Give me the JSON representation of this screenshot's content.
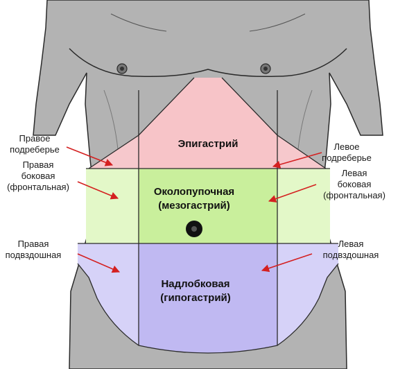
{
  "colors": {
    "body_fill": "#b3b3b3",
    "body_outline": "#2a2a2a",
    "epigastric": "#f7c4c8",
    "hypochondria": "#f6c8cc",
    "umbilical": "#c9ef9c",
    "lateral": "#e3f8c8",
    "hypogastric": "#c0b9f2",
    "iliac": "#d6d2f8",
    "arrow": "#d42020",
    "umbilicus": "#111111"
  },
  "regions": {
    "epigastric": "Эпигастрий",
    "umbilical_line1": "Околопупочная",
    "umbilical_line2": "(мезогастрий)",
    "hypogastric_line1": "Надлобковая",
    "hypogastric_line2": "(гипогастрий)"
  },
  "left_labels": {
    "hypochondrium_line1": "Правое",
    "hypochondrium_line2": "подреберье",
    "lateral_line1": "Правая",
    "lateral_line2": "боковая",
    "lateral_line3": "(фронтальная)",
    "iliac_line1": "Правая",
    "iliac_line2": "подвздошная"
  },
  "right_labels": {
    "hypochondrium_line1": "Левое",
    "hypochondrium_line2": "подреберье",
    "lateral_line1": "Левая",
    "lateral_line2": "боковая",
    "lateral_line3": "(фронтальная)",
    "iliac_line1": "Левая",
    "iliac_line2": "подвздошная"
  },
  "icons": {
    "nipples": "nipple-icon",
    "umbilicus": "navel-icon"
  }
}
